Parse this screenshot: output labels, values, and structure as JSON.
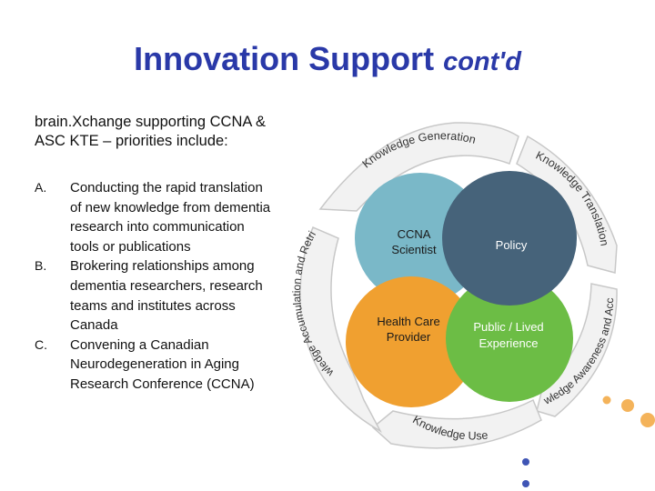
{
  "title": {
    "main": "Innovation Support",
    "suffix": "cont'd"
  },
  "intro": "brain.Xchange supporting CCNA & ASC KTE – priorities include:",
  "priorities": [
    {
      "marker": "A.",
      "text": "Conducting the rapid translation of new knowledge from dementia research into communication tools or publications"
    },
    {
      "marker": "B.",
      "text": "Brokering relationships among dementia researchers, research teams and institutes across Canada"
    },
    {
      "marker": "C.",
      "text": "Convening a Canadian Neurodegeneration in Aging Research Conference (CCNA)"
    }
  ],
  "diagram": {
    "ring_labels": {
      "generation": "Knowledge Generation",
      "translation": "Knowledge Translation",
      "awareness": "Knowledge Awareness and Access",
      "use": "Knowledge Use",
      "accumulation": "Knowledge Accumulation and Retrieval"
    },
    "circles": {
      "ccna": {
        "line1": "CCNA",
        "line2": "Scientist",
        "color": "#7ab8c8"
      },
      "policy": {
        "line1": "Policy",
        "color": "#46637a"
      },
      "health": {
        "line1": "Health Care",
        "line2": "Provider",
        "color": "#f0a030"
      },
      "public": {
        "line1": "Public / Lived",
        "line2": "Experience",
        "color": "#6cbd45"
      }
    },
    "decor_colors": {
      "orange_dots": "#f4b35a",
      "blue_dots": "#3f55b5"
    }
  }
}
